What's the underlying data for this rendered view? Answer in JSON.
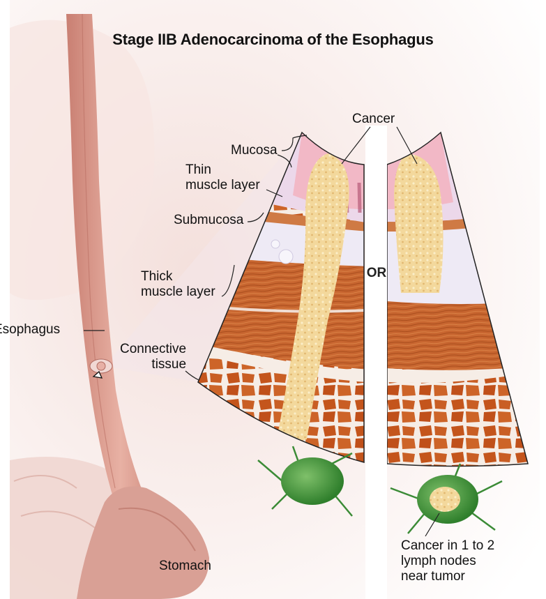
{
  "title": "Stage IIB Adenocarcinoma of the Esophagus",
  "labels": {
    "cancer": "Cancer",
    "mucosa": "Mucosa",
    "thin_muscle_layer": [
      "Thin",
      "muscle layer"
    ],
    "submucosa": "Submucosa",
    "thick_muscle_layer": [
      "Thick",
      "muscle layer"
    ],
    "esophagus": "Esophagus",
    "connective_tissue": [
      "Connective",
      "tissue"
    ],
    "or": "OR",
    "stomach": "Stomach",
    "lymph_note": [
      "Cancer in 1 to 2",
      "lymph nodes",
      "near tumor"
    ]
  },
  "colors": {
    "muscle": "#c8642c",
    "connective": "#c0541c",
    "mucosa": "#f2c2cc",
    "submucosa": "#ecebf6",
    "tumor": "#f1d494",
    "lymph_node": "#3e9a3a",
    "esophagus": "#d8968a"
  }
}
